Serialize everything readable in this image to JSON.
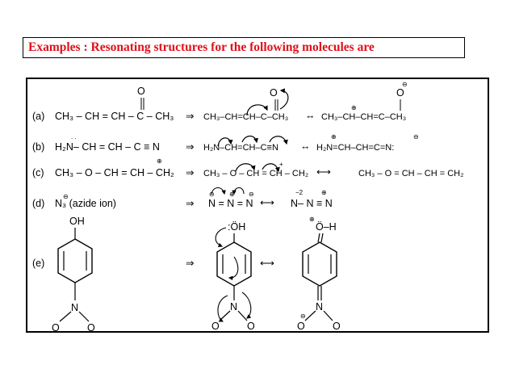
{
  "title": "Examples : Resonating structures for the following molecules are",
  "rows": [
    {
      "label": "(a)",
      "reactant": "CH₃ – CH = CH – C – CH₃",
      "reactant_top": "O",
      "arrow": "⇒",
      "product1": "CH₃–CH=CH–C–CH₃",
      "product1_top": "O",
      "product2": "CH₃–CH–CH=C–CH₃",
      "product2_top": "O",
      "charges": [
        "⊖",
        "⊕"
      ]
    },
    {
      "label": "(b)",
      "reactant": "H₂N– CH = CH – C ≡ N",
      "arrow": "⇒",
      "product1": "H₂N–CH=CH–C≡N",
      "product2": "H₂N=CH–CH=C=N:",
      "charges": [
        "⊕",
        "⊖"
      ]
    },
    {
      "label": "(c)",
      "reactant": "CH₃ – O – CH = CH – CH₂",
      "arrow": "⇒",
      "product1": "CH₃ – O – CH = CH – CH₂",
      "product2": "CH₃ – O = CH – CH = CH₂",
      "charges": [
        "⊕",
        "+"
      ]
    },
    {
      "label": "(d)",
      "reactant": "N₃ (azide ion)",
      "arrow": "⇒",
      "product1": "N = N = N",
      "product2": "N– N ≡ N",
      "product2_charge": "−2",
      "charges": [
        "⊖",
        "⊕",
        "⊖",
        "⊕"
      ]
    },
    {
      "label": "(e)",
      "arrow": "⇒",
      "reactant_top": "OH",
      "reactant_bottom": [
        "N",
        "O",
        "O"
      ],
      "product1_top": ":ÖH",
      "product2_top": "Ö–H",
      "charges": [
        "⊕",
        "⊖"
      ]
    }
  ]
}
